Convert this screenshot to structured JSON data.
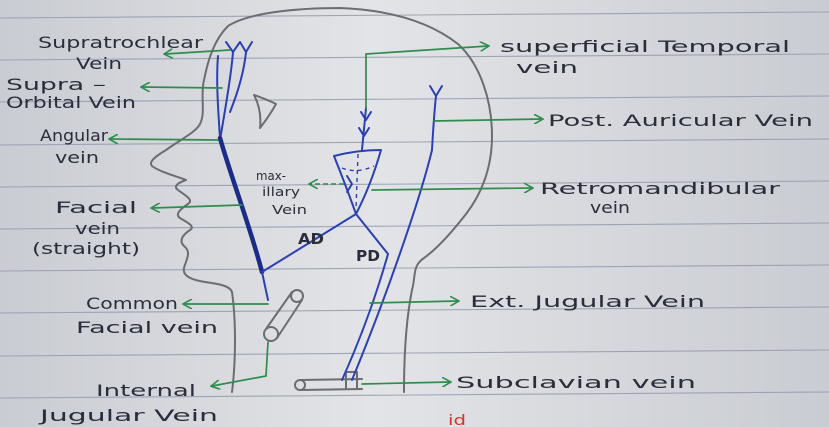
{
  "colors": {
    "paper_light": "#e3e4e7",
    "paper_dark": "#c9ccd2",
    "ruled_line": "#8d96ab",
    "pencil": "#6b6d72",
    "label_ink": "#2b2e3a",
    "pointer_green": "#2f8c4e",
    "vein_blue": "#2c40b4",
    "vein_dark_blue": "#1b2b88",
    "red_ink": "#d8342f"
  },
  "labels": {
    "supratrochlear_vein": {
      "line1": "Supratrochlear",
      "line2": "Vein"
    },
    "supraorbital_vein": {
      "line1": "Supra –",
      "line2": "Orbital Vein"
    },
    "angular_vein": {
      "line1": "Angular",
      "line2": "vein"
    },
    "facial_vein": {
      "line1": "Facial",
      "line2": "vein",
      "note": "(straight)"
    },
    "common_facial_vein": {
      "line1": "Common",
      "line2": "Facial vein"
    },
    "internal_jugular_vein": {
      "line1": "Internal",
      "line2": "Jugular Vein"
    },
    "superficial_temporal_vein": {
      "line1": "superficial Temporal",
      "line2": "vein"
    },
    "posterior_auricular_vein": {
      "line1": "Post. Auricular Vein"
    },
    "retromandibular_vein": {
      "line1": "Retromandibular",
      "line2": "vein"
    },
    "maxillary_vein": {
      "line1": "max-",
      "line2": "illary",
      "line3": "Vein"
    },
    "anterior_division": "AD",
    "posterior_division": "PD",
    "external_jugular_vein": "Ext. Jugular Vein",
    "subclavian_vein": "Subclavian vein"
  },
  "margin_note": "id"
}
